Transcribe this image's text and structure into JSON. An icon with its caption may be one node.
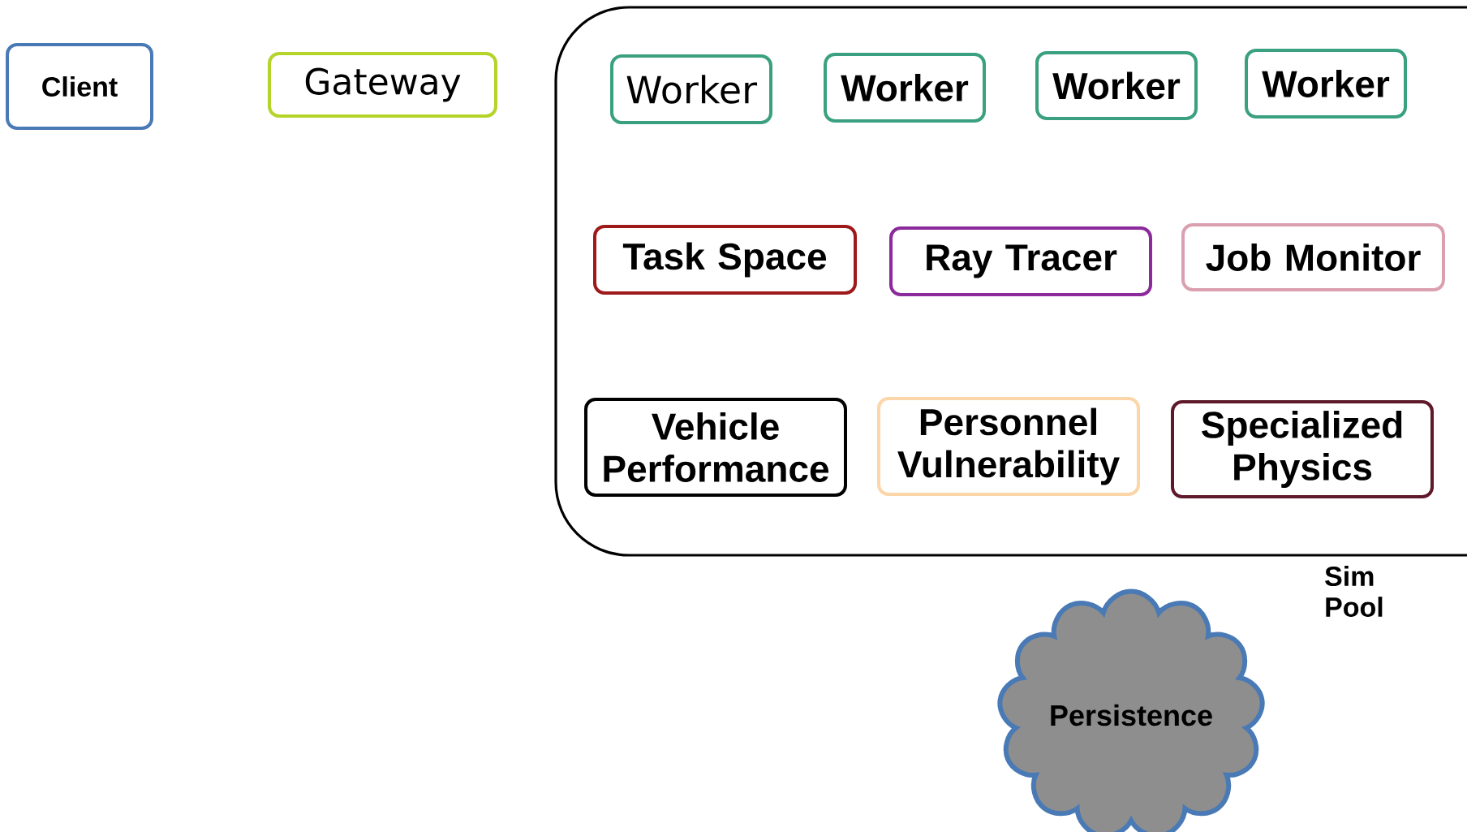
{
  "diagram": {
    "nodes": [
      {
        "text": [
          "Client"
        ]
      },
      {
        "text": [
          "Gateway"
        ]
      },
      {
        "text": [
          "Sim Pool"
        ]
      },
      {
        "text": [
          "Worker"
        ],
        "in": 2
      },
      {
        "text": [
          "Worker"
        ],
        "in": 2
      },
      {
        "text": [
          "Worker"
        ],
        "in": 2
      },
      {
        "text": [
          "Worker"
        ],
        "in": 2
      },
      {
        "text": [
          "Task Space"
        ],
        "in": 2
      },
      {
        "text": [
          "Ray Tracer"
        ],
        "in": 2
      },
      {
        "text": [
          "Job Monitor"
        ],
        "in": 2
      },
      {
        "text": [
          "Vehicle Performance"
        ],
        "in": 2
      },
      {
        "text": [
          "Personnel Vulnerability"
        ],
        "in": 2
      },
      {
        "text": [
          "Specialized Physics"
        ],
        "in": 2
      },
      {
        "text": [
          "Persistence"
        ]
      }
    ]
  }
}
